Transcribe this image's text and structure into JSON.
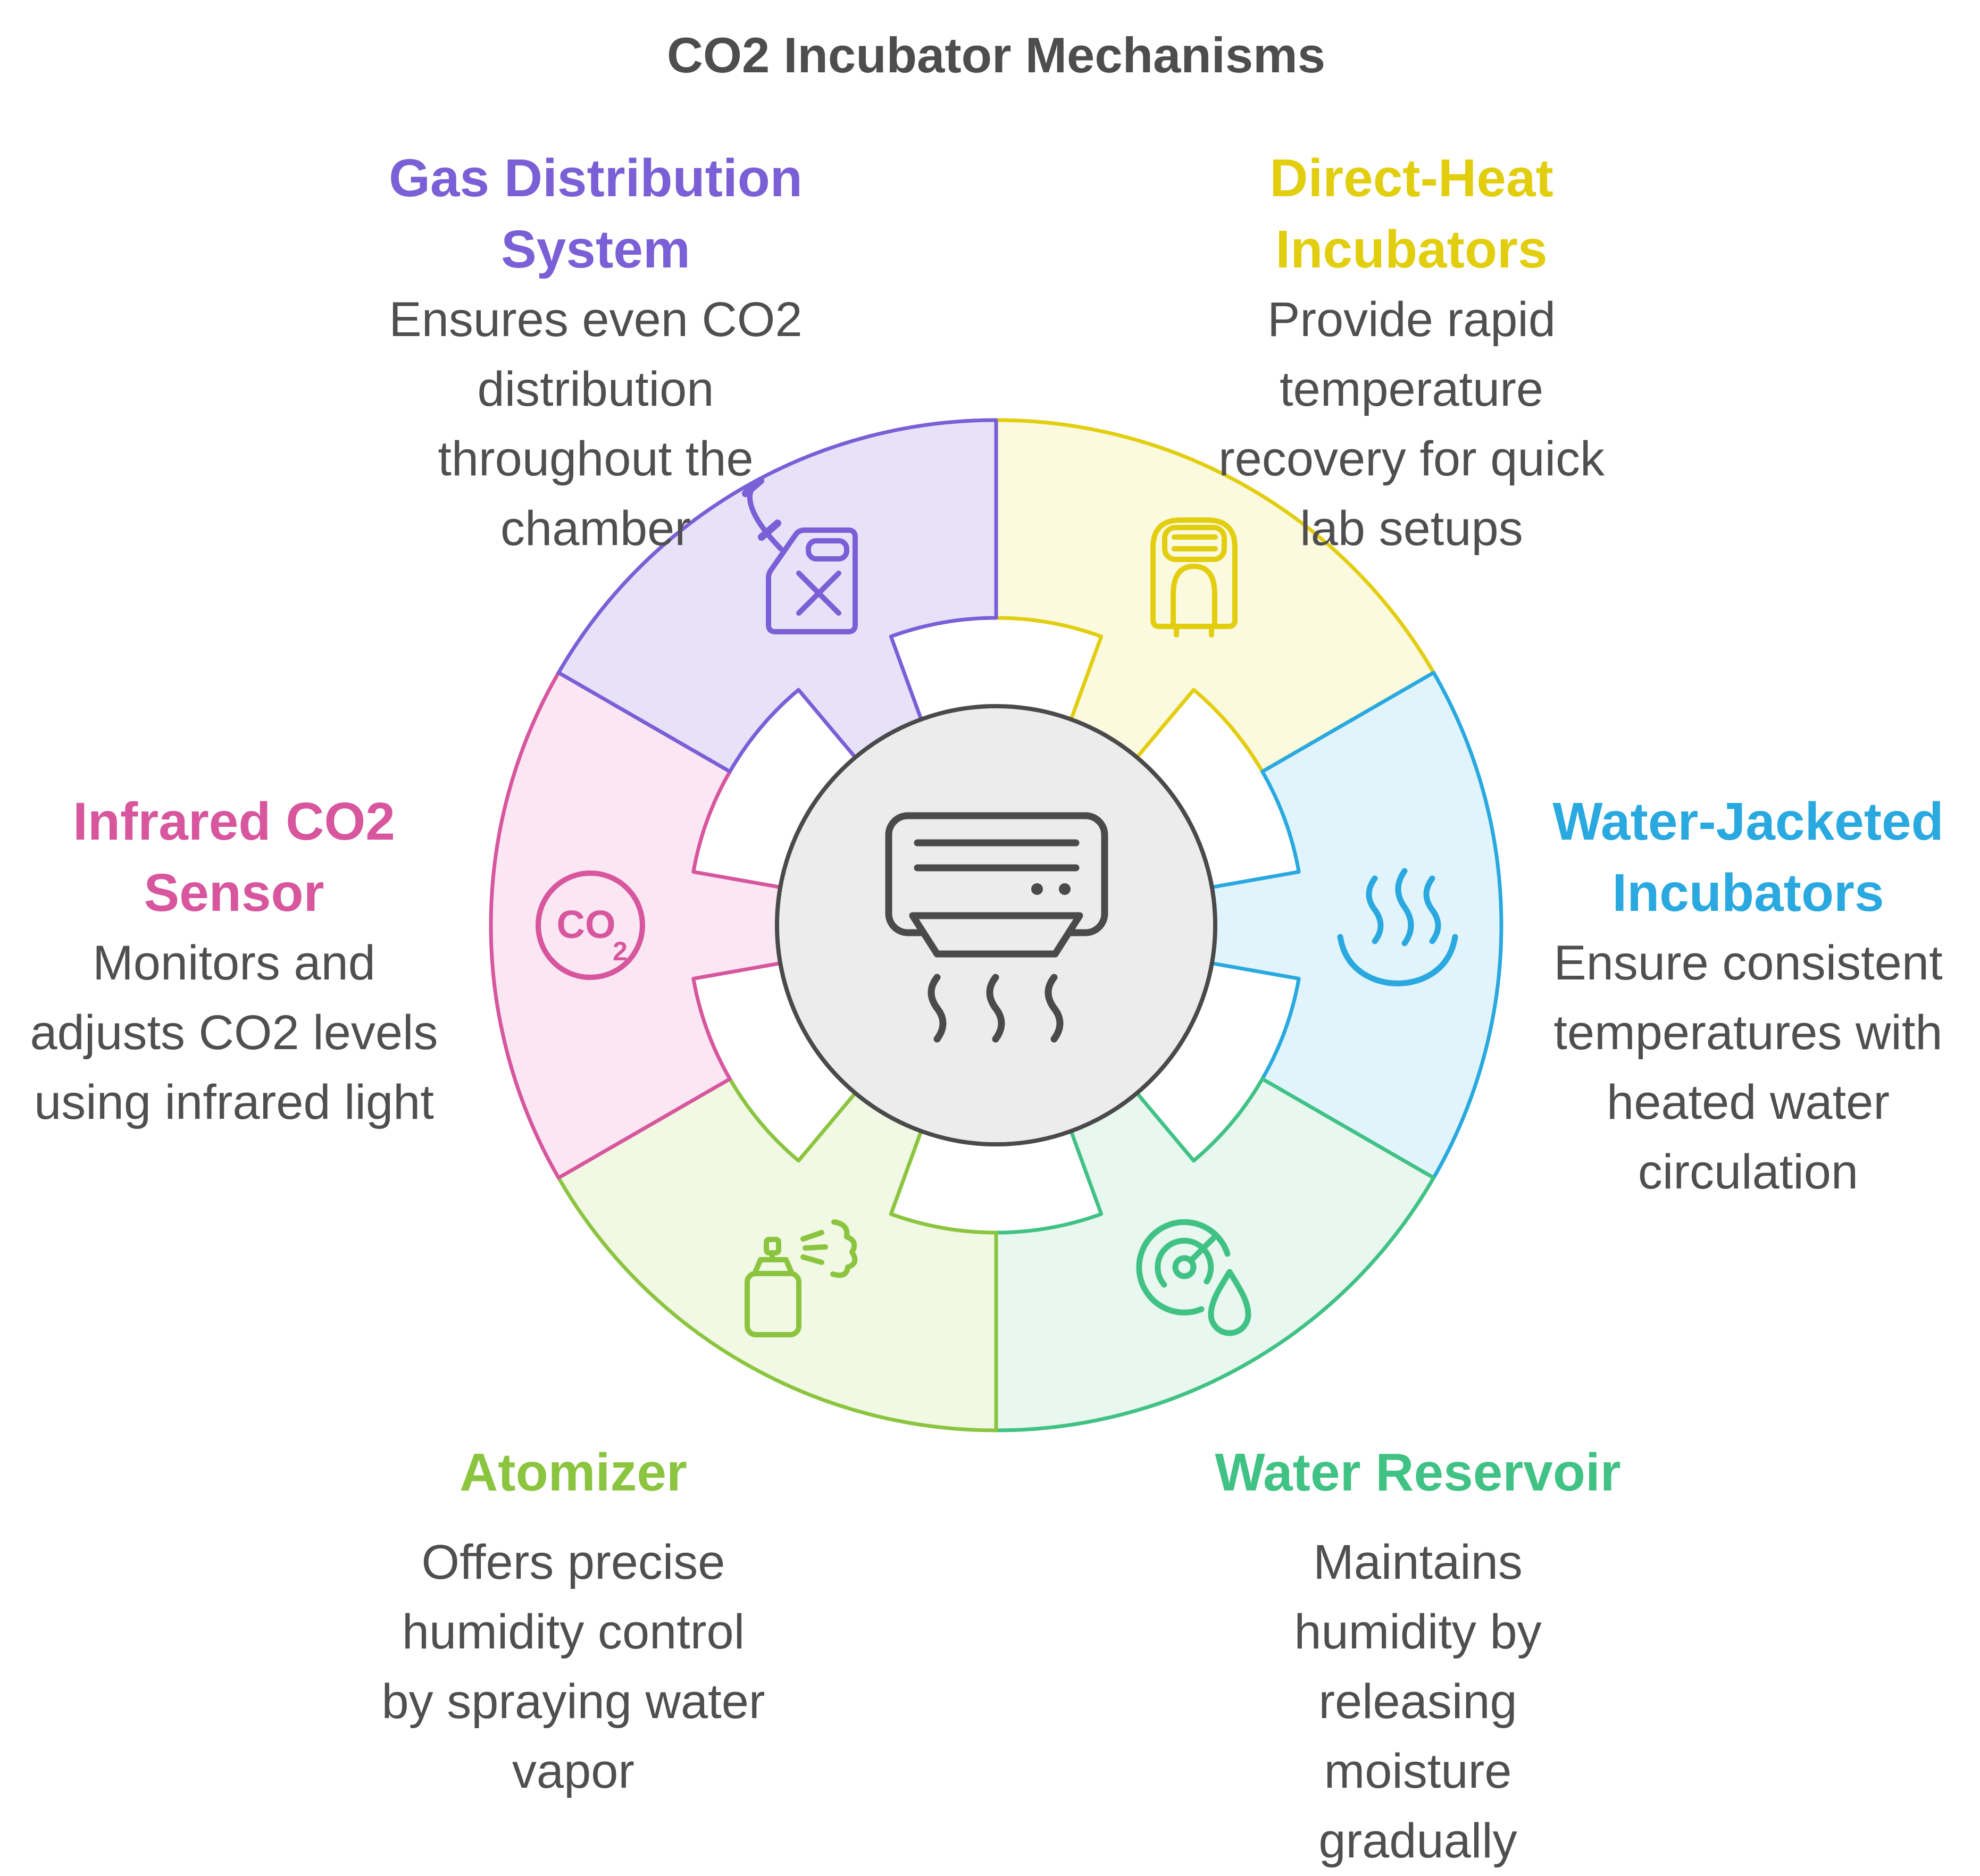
{
  "title": "CO2 Incubator Mechanisms",
  "title_color": "#4D4D4D",
  "body_text_color": "#4F4F4F",
  "wheel": {
    "center_icon": "incubator-vent-icon",
    "center_fill": "#ECECEC",
    "center_stroke": "#4A4A4A",
    "segments": [
      {
        "id": "direct_heat",
        "heading_lines": [
          "Direct-Heat",
          "Incubators"
        ],
        "body_lines": [
          "Provide rapid",
          "temperature",
          "recovery for quick",
          "lab setups"
        ],
        "color": "#E2CE0F",
        "fill": "#FBF9DE",
        "icon": "portable-incubator-icon"
      },
      {
        "id": "water_jacketed",
        "heading_lines": [
          "Water-Jacketed",
          "Incubators"
        ],
        "body_lines": [
          "Ensure consistent",
          "temperatures with",
          "heated water",
          "circulation"
        ],
        "color": "#29A9E0",
        "fill": "#E2F4FB",
        "icon": "steam-icon"
      },
      {
        "id": "water_reservoir",
        "heading_lines": [
          "Water Reservoir"
        ],
        "body_lines": [
          "Maintains",
          "humidity by",
          "releasing",
          "moisture",
          "gradually"
        ],
        "color": "#41C285",
        "fill": "#E8F7EF",
        "icon": "gauge-droplet-icon"
      },
      {
        "id": "atomizer",
        "heading_lines": [
          "Atomizer"
        ],
        "body_lines": [
          "Offers precise",
          "humidity control",
          "by spraying water",
          "vapor"
        ],
        "color": "#8BC53F",
        "fill": "#F1F8E3",
        "icon": "spray-bottle-icon"
      },
      {
        "id": "infrared_sensor",
        "heading_lines": [
          "Infrared CO2",
          "Sensor"
        ],
        "body_lines": [
          "Monitors and",
          "adjusts CO2 levels",
          "using infrared light"
        ],
        "color": "#D7569E",
        "fill": "#FBE6F3",
        "icon": "co2-badge-icon",
        "badge_text": "CO",
        "badge_sub": "2"
      },
      {
        "id": "gas_distribution",
        "heading_lines": [
          "Gas Distribution",
          "System"
        ],
        "body_lines": [
          "Ensures even CO2",
          "distribution",
          "throughout the",
          "chamber"
        ],
        "color": "#7A5FD6",
        "fill": "#E7E2F8",
        "icon": "fuel-can-icon"
      }
    ]
  }
}
